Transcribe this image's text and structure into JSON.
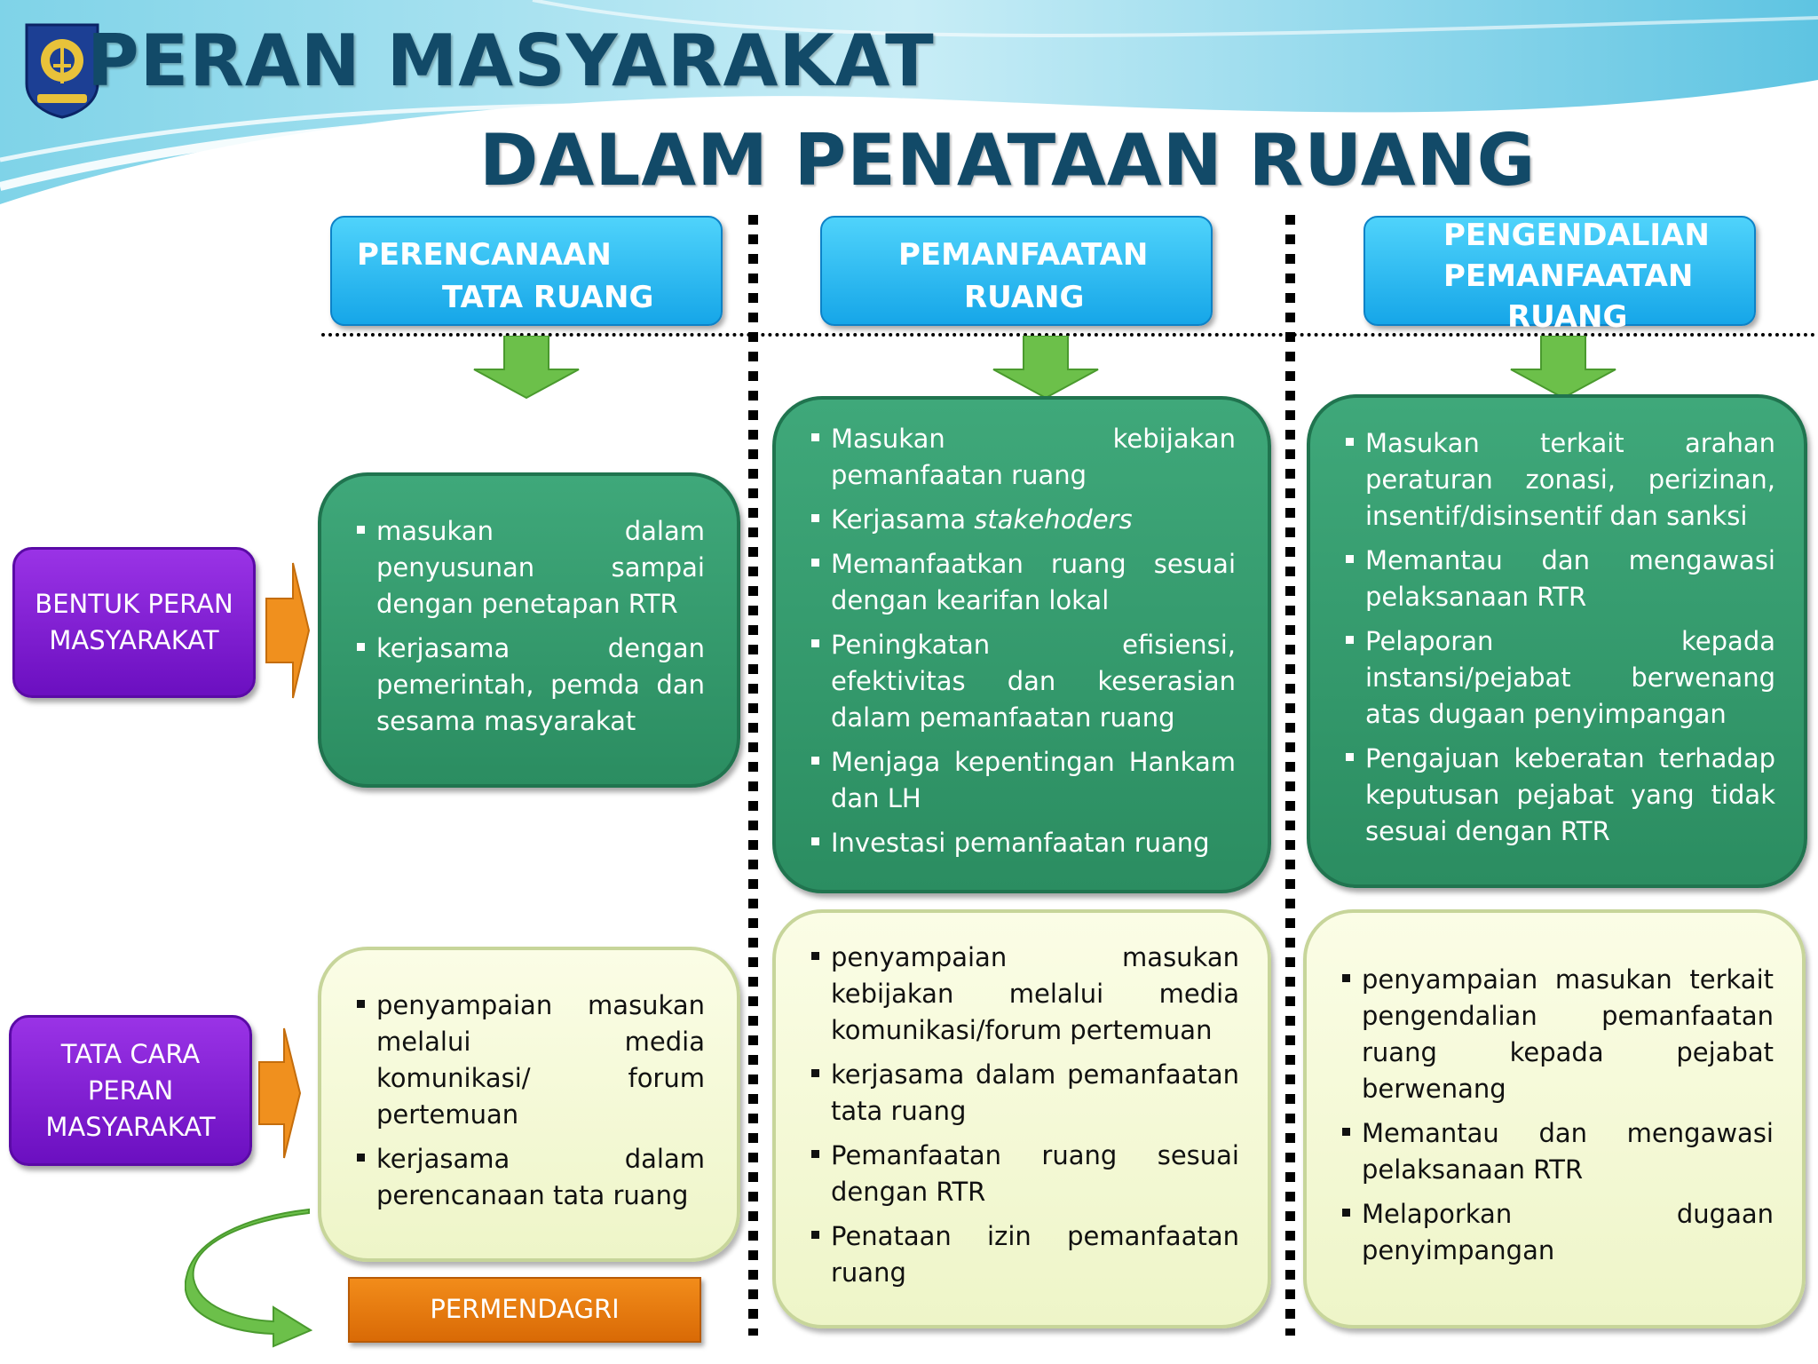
{
  "title": {
    "line1": "PERAN MASYARAKAT",
    "line2": "DALAM PENATAAN RUANG"
  },
  "logo": {
    "icon": "government-emblem-icon"
  },
  "columns": [
    {
      "header_lines": [
        "PERENCANAAN",
        "TATA RUANG"
      ]
    },
    {
      "header_lines": [
        "PEMANFAATAN",
        "RUANG"
      ]
    },
    {
      "header_lines": [
        "PENGENDALIAN",
        "PEMANFAATAN",
        "RUANG"
      ]
    }
  ],
  "rows": [
    {
      "label_lines": [
        "BENTUK PERAN",
        "MASYARAKAT"
      ]
    },
    {
      "label_lines": [
        "TATA CARA",
        "PERAN",
        "MASYARAKAT"
      ]
    }
  ],
  "bentuk": [
    {
      "items": [
        "masukan dalam penyusunan sampai dengan penetapan RTR",
        "kerjasama dengan pemerintah, pemda dan sesama masyarakat"
      ]
    },
    {
      "items": [
        "Masukan kebijakan pemanfaatan ruang",
        "Kerjasama stakehoders",
        "Memanfaatkan ruang sesuai dengan kearifan lokal",
        "Peningkatan efisiensi, efektivitas dan keserasian dalam pemanfaatan ruang",
        "Menjaga kepentingan Hankam dan LH",
        "Investasi pemanfaatan ruang"
      ]
    },
    {
      "items": [
        "Masukan terkait arahan peraturan zonasi, perizinan, insentif/disinsentif dan sanksi",
        "Memantau dan mengawasi pelaksanaan RTR",
        "Pelaporan kepada instansi/pejabat berwenang atas dugaan penyimpangan",
        "Pengajuan keberatan terhadap keputusan pejabat yang tidak sesuai dengan RTR"
      ]
    }
  ],
  "tatacara": [
    {
      "items": [
        "penyampaian masukan melalui media komunikasi/ forum pertemuan",
        "kerjasama dalam perencanaan tata ruang"
      ]
    },
    {
      "items": [
        "penyampaian masukan kebijakan melalui media komunikasi/forum pertemuan",
        "kerjasama dalam pemanfaatan tata ruang",
        "Pemanfaatan ruang sesuai dengan RTR",
        "Penataan izin pemanfaatan ruang"
      ]
    },
    {
      "items": [
        "penyampaian masukan terkait pengendalian pemanfaatan ruang kepada pejabat berwenang",
        "Memantau dan mengawasi pelaksanaan RTR",
        "Melaporkan dugaan penyimpangan"
      ]
    }
  ],
  "source_label": "PERMENDAGRI",
  "colors": {
    "title": "#124a68",
    "header": "#16a6e8",
    "green_box": "#2b8d61",
    "cream_box": "#f3f8d6",
    "purple_label": "#7a1fd0",
    "orange": "#f0901e",
    "arrow_green": "#6cc04a"
  }
}
